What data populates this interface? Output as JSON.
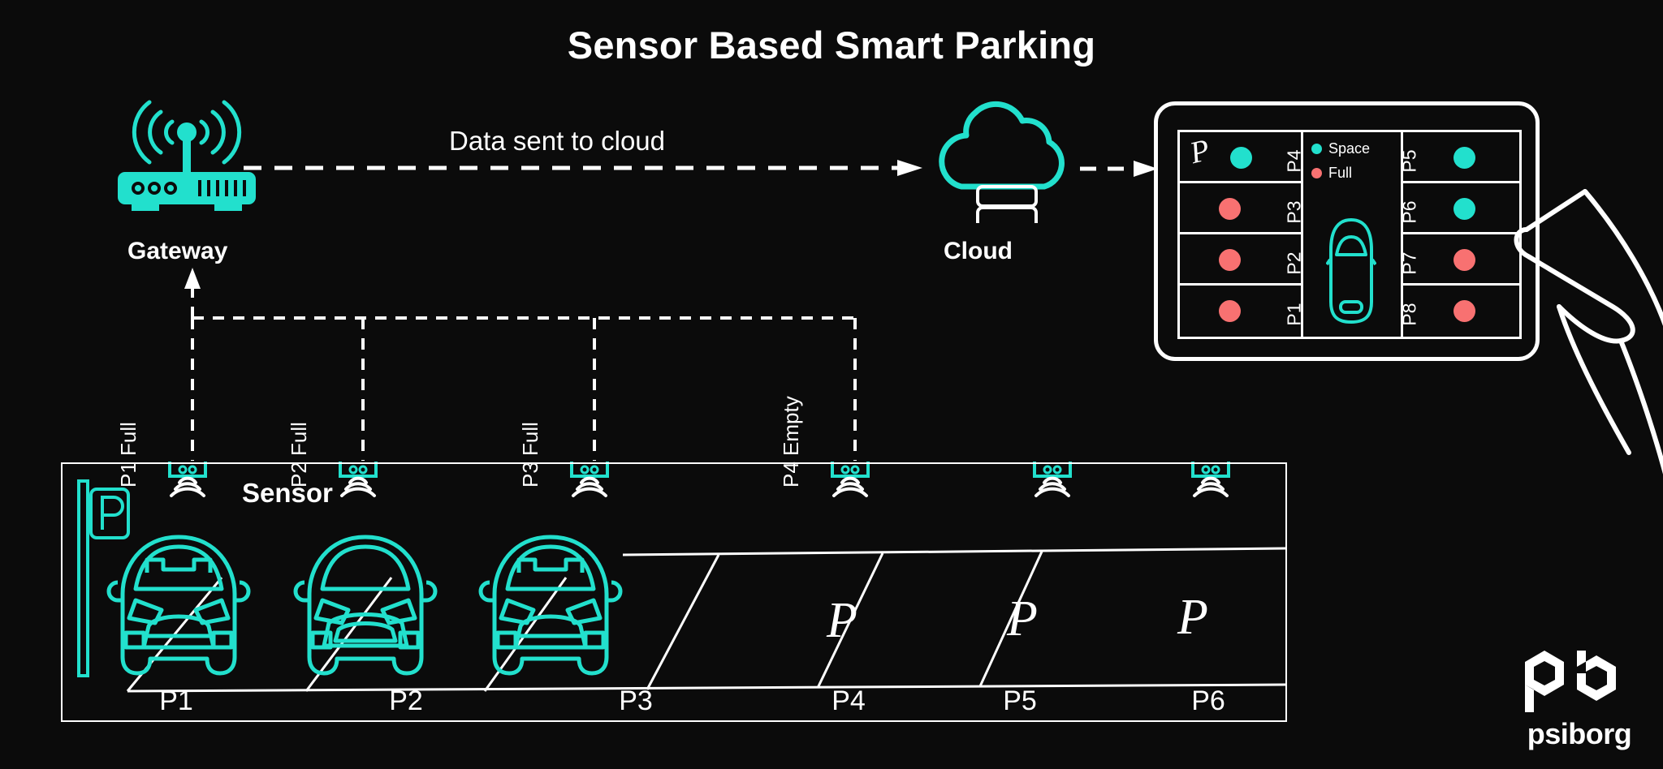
{
  "page": {
    "title": "Sensor Based Smart Parking",
    "background_color": "#0b0b0b",
    "accent_cyan": "#22e0cd",
    "accent_red": "#f87171",
    "line_color": "#ffffff"
  },
  "flow": {
    "data_label": "Data sent to cloud",
    "gateway_label": "Gateway",
    "cloud_label": "Cloud",
    "sensor_label": "Sensor"
  },
  "sensor_links": [
    {
      "label": "P1 Full"
    },
    {
      "label": "P2 Full"
    },
    {
      "label": "P3 Full"
    },
    {
      "label": "P4 Empty"
    }
  ],
  "parking_lot": {
    "slots": [
      {
        "name": "P1",
        "occupied": true,
        "glyph": ""
      },
      {
        "name": "P2",
        "occupied": true,
        "glyph": ""
      },
      {
        "name": "P3",
        "occupied": true,
        "glyph": ""
      },
      {
        "name": "P4",
        "occupied": false,
        "glyph": "P"
      },
      {
        "name": "P5",
        "occupied": false,
        "glyph": "P"
      },
      {
        "name": "P6",
        "occupied": false,
        "glyph": "P"
      }
    ],
    "sign_glyph": "P",
    "sensor_count": 6
  },
  "tablet": {
    "legend": [
      {
        "label": "Space",
        "color": "#22e0cd"
      },
      {
        "label": "Full",
        "color": "#f87171"
      }
    ],
    "left_column": [
      {
        "name": "P4",
        "status": "space",
        "color": "#22e0cd"
      },
      {
        "name": "P3",
        "status": "full",
        "color": "#f87171"
      },
      {
        "name": "P2",
        "status": "full",
        "color": "#f87171"
      },
      {
        "name": "P1",
        "status": "full",
        "color": "#f87171"
      }
    ],
    "right_column": [
      {
        "name": "P5",
        "status": "space",
        "color": "#22e0cd"
      },
      {
        "name": "P6",
        "status": "space",
        "color": "#22e0cd"
      },
      {
        "name": "P7",
        "status": "full",
        "color": "#f87171"
      },
      {
        "name": "P8",
        "status": "full",
        "color": "#f87171"
      }
    ],
    "entry_glyph": "P"
  },
  "branding": {
    "logo_text": "psiborg"
  }
}
